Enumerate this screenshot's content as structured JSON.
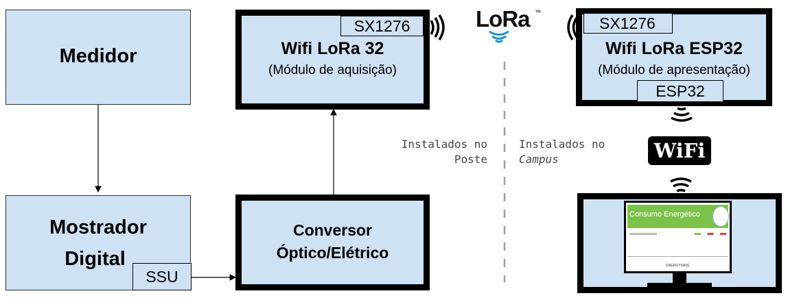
{
  "medidor": {
    "label": "Medidor"
  },
  "mostrador": {
    "line1": "Mostrador",
    "line2": "Digital",
    "ssu": "SSU"
  },
  "conversor": {
    "line1": "Conversor",
    "line2": "Óptico/Elétrico"
  },
  "wifi_lora_32": {
    "title": "Wifi LoRa 32",
    "subtitle": "(Módulo de aquisição)",
    "chip": "SX1276"
  },
  "wifi_lora_esp32": {
    "title": "Wifi LoRa ESP32",
    "subtitle": "(Módulo de apresentação)",
    "chip": "SX1276",
    "chip2": "ESP32"
  },
  "lora_logo": {
    "text": "LoRa",
    "tm": "™"
  },
  "wifi_logo": {
    "text": "WiFi"
  },
  "labels": {
    "poste_line1": "Instalados no",
    "poste_line2": "Poste",
    "campus_line1": "Instalados no",
    "campus_line2": "Campus"
  },
  "monitor": {
    "header": "Consumo Energético",
    "footer_logo": "ENERGYSAVE"
  },
  "colors": {
    "box_fill": "#cfe2f3",
    "frame": "#000000",
    "monitor_header": "#7cc24a",
    "lora_blue": "#1a8fd0"
  }
}
